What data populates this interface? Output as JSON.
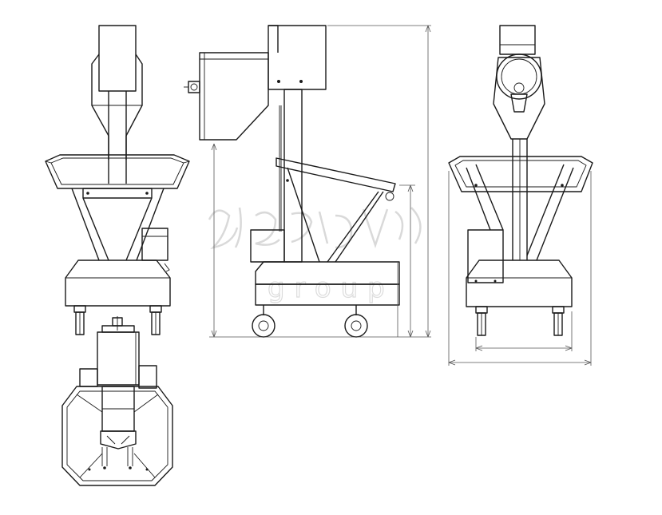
{
  "drawing": {
    "views": [
      "front-view",
      "side-view",
      "rear-view",
      "top-view"
    ],
    "watermark": {
      "kind": "company-logo",
      "text": "group"
    },
    "colors": {
      "line": "#1a1a1a",
      "dimension": "#555555",
      "watermark": "#d9d9d9",
      "background": "#ffffff"
    }
  }
}
